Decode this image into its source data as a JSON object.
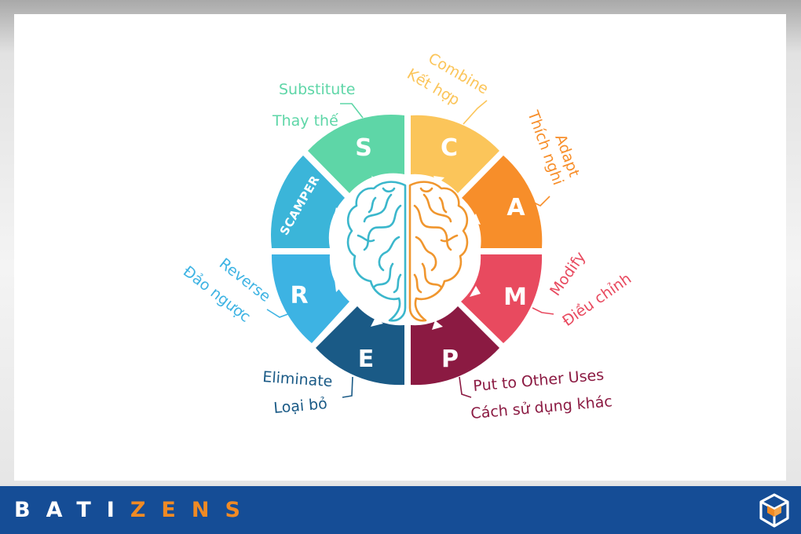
{
  "diagram": {
    "center_label": "SCAMPER",
    "segments": [
      {
        "letter": "S",
        "en": "Substitute",
        "vi": "Thay thế",
        "color": "#5ed6a7"
      },
      {
        "letter": "C",
        "en": "Combine",
        "vi": "Kết hợp",
        "color": "#fbc55a"
      },
      {
        "letter": "A",
        "en": "Adapt",
        "vi": "Thích nghi",
        "color": "#f78e2a"
      },
      {
        "letter": "M",
        "en": "Modify",
        "vi": "Điều chỉnh",
        "color": "#e84a5f"
      },
      {
        "letter": "P",
        "en": "Put to Other Uses",
        "vi": "Cách sử dụng khác",
        "color": "#8b1a42"
      },
      {
        "letter": "E",
        "en": "Eliminate",
        "vi": "Loại bỏ",
        "color": "#1a5a86"
      },
      {
        "letter": "R",
        "en": "Reverse",
        "vi": "Đảo ngược",
        "color": "#3db3e3"
      }
    ],
    "scamper_color": "#3bb5d9",
    "brain_left_color": "#3bb7cc",
    "brain_right_color": "#f0962e"
  },
  "footer": {
    "brand_white": "BATI",
    "brand_orange": "ZENS",
    "bg_color": "#154d96"
  }
}
